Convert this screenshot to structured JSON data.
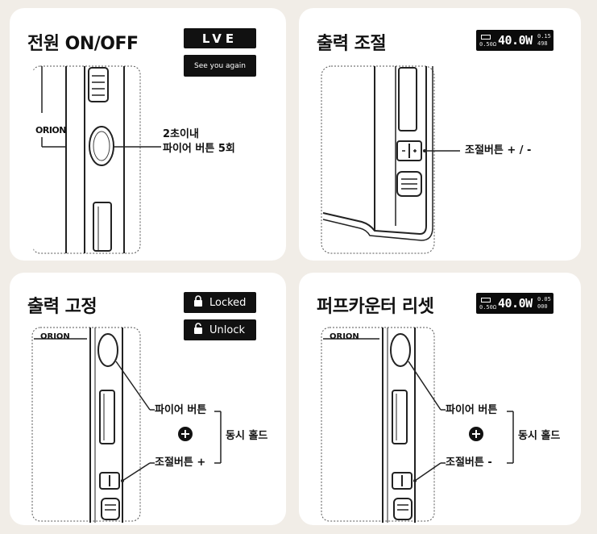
{
  "panels": {
    "power": {
      "title": "전원 ON/OFF",
      "brand_logo": "LVE",
      "screen_text": "See you again",
      "device_logo": "ORION",
      "callout_line1": "2초이내",
      "callout_line2": "파이어 버튼 5회"
    },
    "output_adjust": {
      "title": "출력 조절",
      "lcd": {
        "resistance": "0.50Ω",
        "power": "40.0W",
        "puffs_top": "0.15",
        "puffs_bottom": "498"
      },
      "callout": "조절버튼 + / -"
    },
    "output_lock": {
      "title": "출력 고정",
      "locked_label": "Locked",
      "unlock_label": "Unlock",
      "device_logo": "ORION",
      "fire_label": "파이어 버튼",
      "adjust_label": "조절버튼 +",
      "hold_label": "동시 홀드"
    },
    "puff_reset": {
      "title": "퍼프카운터 리셋",
      "lcd": {
        "resistance": "0.50Ω",
        "power": "40.0W",
        "puffs_top": "0.05",
        "puffs_bottom": "000"
      },
      "device_logo": "ORION",
      "fire_label": "파이어 버튼",
      "adjust_label": "조절버튼 -",
      "hold_label": "동시 홀드"
    }
  },
  "colors": {
    "background": "#f1ede7",
    "card": "#ffffff",
    "dark": "#111111"
  },
  "icons": [
    "plus-circle-icon",
    "lock-closed-icon",
    "lock-open-icon",
    "battery-icon"
  ]
}
